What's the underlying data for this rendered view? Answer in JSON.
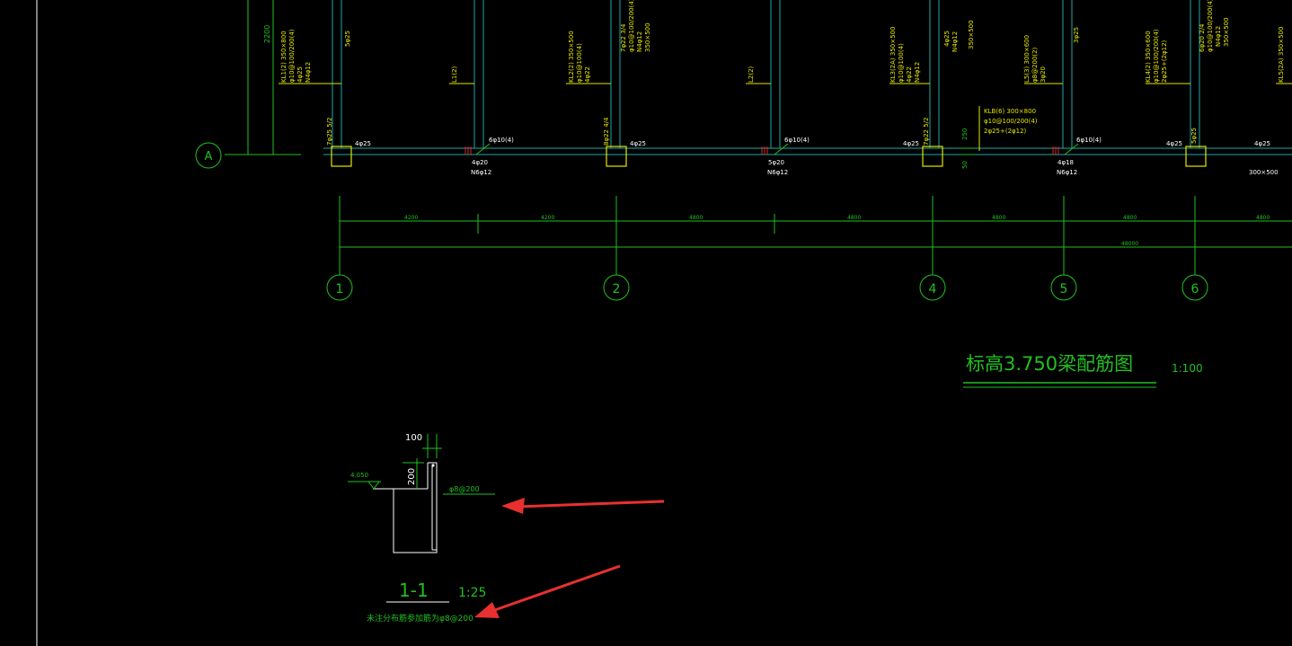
{
  "colors": {
    "background": "#000000",
    "green": "#21c021",
    "yellow": "#e6e600",
    "white": "#ffffff",
    "cyan": "#20a8a8",
    "red": "#e02020",
    "arrow": "#e83030"
  },
  "axes": {
    "row_a": "A",
    "columns": [
      {
        "id": "1",
        "label": "1"
      },
      {
        "id": "2",
        "label": "2"
      },
      {
        "id": "4",
        "label": "4"
      },
      {
        "id": "5",
        "label": "5"
      },
      {
        "id": "6",
        "label": "6"
      }
    ]
  },
  "dimensions": {
    "left_vertical": "2200",
    "spans": [
      "4200",
      "4200",
      "4800",
      "4800",
      "4800",
      "4800",
      "4800"
    ],
    "total": "48000",
    "offset_top": "250",
    "offset_bottom": "50"
  },
  "beams": [
    {
      "label": "KL1(2) 350×800",
      "stirrup": "φ10@100/200(4)",
      "top": "4φ25",
      "side": "N4φ12"
    },
    {
      "label": "L1(2)"
    },
    {
      "label": "KL2(2) 350×500",
      "stirrup": "φ10@100(4)",
      "top": "4φ22"
    },
    {
      "label": "L2(2)"
    },
    {
      "label": "KL3(2A) 350×500",
      "stirrup": "φ10@100(4)",
      "top": "4φ22",
      "side": "N4φ12"
    },
    {
      "label": "L5(3) 300×600",
      "stirrup": "φ8@200(2)",
      "top": "3φ20"
    },
    {
      "label": "KL4(2) 350×600",
      "stirrup": "φ10@100/200(4)",
      "top": "2φ25+(2φ12)"
    },
    {
      "label": "KL5(2A) 350×500"
    }
  ],
  "annotations": {
    "vert_5phi25": "5φ25",
    "vert_7phi22_34": "7φ22 3/4",
    "vert_7phi22_34_b": "φ10@100/200(4)",
    "vert_n4": "N4φ12",
    "vert_350x500": "350×500",
    "vert_4phi25": "4φ25",
    "vert_n4phi12b": "N4φ12",
    "vert_350x500b": "350×500",
    "vert_3phi25": "3φ25",
    "vert_6phi20": "6φ20 2/4",
    "vert_6phi20_b": "φ10@100/200(4)",
    "vert_6phi20_c": "N4φ12",
    "vert_6phi20_d": "350×500",
    "side_7phi25": "7φ25 5/2",
    "side_8phi22": "8φ22 4/4",
    "side_7phi22": "7φ22 5/2",
    "side_5phi25": "5φ25"
  },
  "bottom_labels": [
    {
      "top": "4φ25"
    },
    {
      "top": "6φ10(4)",
      "bot": "4φ20",
      "bot2": "N6φ12"
    },
    {
      "top": "4φ25"
    },
    {
      "top": "6φ10(4)",
      "bot": "5φ20",
      "bot2": "N6φ12"
    },
    {
      "top": "4φ25"
    },
    {
      "top": "6φ10(4)",
      "bot": "4φ18",
      "bot2": "N6φ12"
    },
    {
      "top": "4φ25"
    },
    {
      "top": "4φ25",
      "bot": "300×500"
    }
  ],
  "klb": {
    "line1": "KLB(6) 300×800",
    "line2": "φ10@100/200(4)",
    "line3": "2φ25+(2φ12)"
  },
  "title": {
    "main": "标高3.750梁配筋图",
    "scale": "1:100"
  },
  "section": {
    "elev": "4.050",
    "dim_top": "100",
    "dim_side": "200",
    "rebar": "φ8@200",
    "name": "1-1",
    "scale": "1:25",
    "note": "未注分布筋参加筋为φ8@200"
  }
}
